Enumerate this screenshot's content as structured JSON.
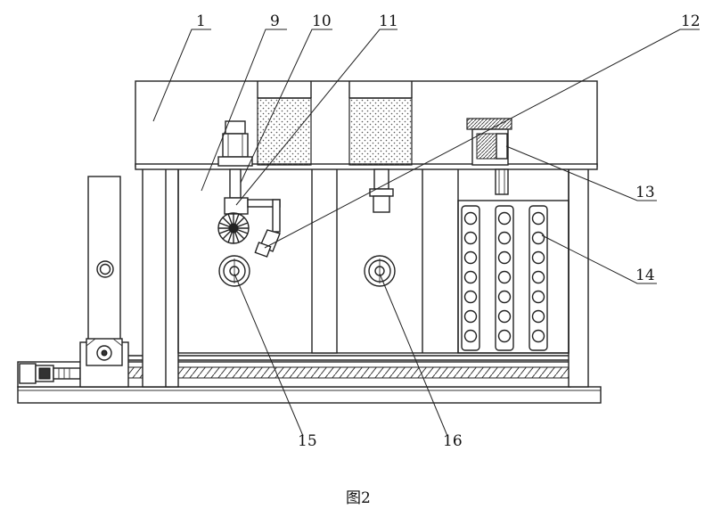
{
  "figure": {
    "caption": "图2",
    "callouts": [
      {
        "id": "c1",
        "text": "1"
      },
      {
        "id": "c9",
        "text": "9"
      },
      {
        "id": "c10",
        "text": "10"
      },
      {
        "id": "c11",
        "text": "11"
      },
      {
        "id": "c12",
        "text": "12"
      },
      {
        "id": "c13",
        "text": "13"
      },
      {
        "id": "c14",
        "text": "14"
      },
      {
        "id": "c15",
        "text": "15"
      },
      {
        "id": "c16",
        "text": "16"
      }
    ]
  }
}
